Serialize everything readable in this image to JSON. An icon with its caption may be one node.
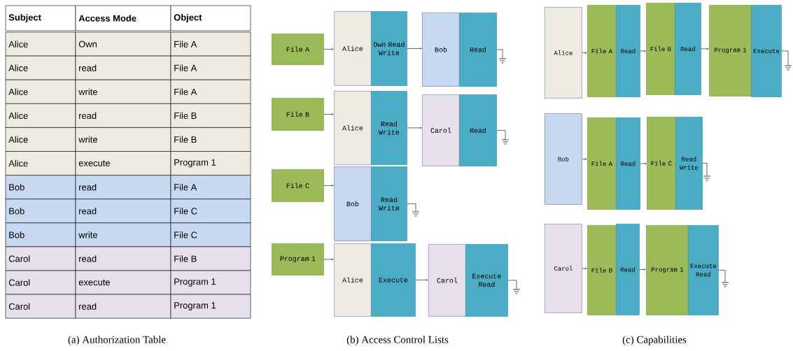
{
  "diagram": {
    "nodes": [
      {
        "text": [
          "File A"
        ]
      },
      {
        "text": [
          "Alice"
        ]
      },
      {
        "text": [
          "Own Read Write"
        ]
      },
      {
        "text": [
          "Bob"
        ]
      },
      {
        "text": [
          "Read"
        ]
      },
      {
        "text": [],
        "shape": "ground"
      },
      {
        "text": [
          "File B"
        ]
      },
      {
        "text": [
          "Alice"
        ]
      },
      {
        "text": [
          "Read Write"
        ]
      },
      {
        "text": [
          "Carol"
        ]
      },
      {
        "text": [
          "Read"
        ]
      },
      {
        "text": [],
        "shape": "ground"
      },
      {
        "text": [
          "File C"
        ]
      },
      {
        "text": [
          "Bob"
        ]
      },
      {
        "text": [
          "Read Write"
        ]
      },
      {
        "text": [],
        "shape": "ground"
      },
      {
        "text": [
          "Program 1"
        ]
      },
      {
        "text": [
          "Alice"
        ]
      },
      {
        "text": [
          "Execute"
        ]
      },
      {
        "text": [
          "Carol"
        ]
      },
      {
        "text": [
          "Execute Read"
        ]
      },
      {
        "text": [],
        "shape": "ground"
      },
      {
        "text": [
          "Alice"
        ]
      },
      {
        "text": [
          "File A"
        ]
      },
      {
        "text": [
          "Read"
        ]
      },
      {
        "text": [
          "File B"
        ]
      },
      {
        "text": [
          "Read"
        ]
      },
      {
        "text": [
          "Program 1"
        ]
      },
      {
        "text": [
          "Execute"
        ]
      },
      {
        "text": [],
        "shape": "ground"
      },
      {
        "text": [
          "Bob"
        ]
      },
      {
        "text": [
          "File A"
        ]
      },
      {
        "text": [
          "Read"
        ]
      },
      {
        "text": [
          "File C"
        ]
      },
      {
        "text": [
          "Read Write"
        ]
      },
      {
        "text": [],
        "shape": "ground"
      },
      {
        "text": [
          "Carol"
        ]
      },
      {
        "text": [
          "File B"
        ]
      },
      {
        "text": [
          "Read"
        ]
      },
      {
        "text": [
          "Program 1"
        ]
      },
      {
        "text": [
          "Execute Read"
        ]
      },
      {
        "text": [],
        "shape": "ground"
      }
    ],
    "edges": [
      {
        "from": 0,
        "to": 1,
        "arrow": "to"
      },
      {
        "from": 2,
        "to": 3,
        "arrow": "to"
      },
      {
        "from": 4,
        "to": 5,
        "arrow": "none"
      },
      {
        "from": 6,
        "to": 7,
        "arrow": "to"
      },
      {
        "from": 8,
        "to": 9,
        "arrow": "to"
      },
      {
        "from": 10,
        "to": 11,
        "arrow": "none"
      },
      {
        "from": 12,
        "to": 13,
        "arrow": "to"
      },
      {
        "from": 14,
        "to": 15,
        "arrow": "none"
      },
      {
        "from": 16,
        "to": 17,
        "arrow": "to"
      },
      {
        "from": 18,
        "to": 19,
        "arrow": "to"
      },
      {
        "from": 20,
        "to": 21,
        "arrow": "none"
      },
      {
        "from": 22,
        "to": 23,
        "arrow": "to"
      },
      {
        "from": 24,
        "to": 25,
        "arrow": "to"
      },
      {
        "from": 26,
        "to": 27,
        "arrow": "to"
      },
      {
        "from": 28,
        "to": 29,
        "arrow": "none"
      },
      {
        "from": 30,
        "to": 31,
        "arrow": "to"
      },
      {
        "from": 32,
        "to": 33,
        "arrow": "to"
      },
      {
        "from": 34,
        "to": 35,
        "arrow": "none"
      },
      {
        "from": 36,
        "to": 37,
        "arrow": "to"
      },
      {
        "from": 38,
        "to": 39,
        "arrow": "to"
      },
      {
        "from": 40,
        "to": 41,
        "arrow": "none"
      }
    ],
    "labels": [
      "Subject",
      "Access Mode",
      "Object",
      "Alice",
      "Own",
      "File A",
      "Alice",
      "read",
      "File A",
      "Alice",
      "write",
      "File A",
      "Alice",
      "read",
      "File B",
      "Alice",
      "write",
      "File B",
      "Alice",
      "execute",
      "Program 1",
      "Bob",
      "read",
      "File A",
      "Bob",
      "read",
      "File C",
      "Bob",
      "write",
      "File C",
      "Carol",
      "read",
      "File B",
      "Carol",
      "execute",
      "Program 1",
      "Carol",
      "read",
      "Program 1",
      "(a) Authorization Table",
      "(b) Access Control Lists",
      "(c) Capabilities"
    ]
  }
}
